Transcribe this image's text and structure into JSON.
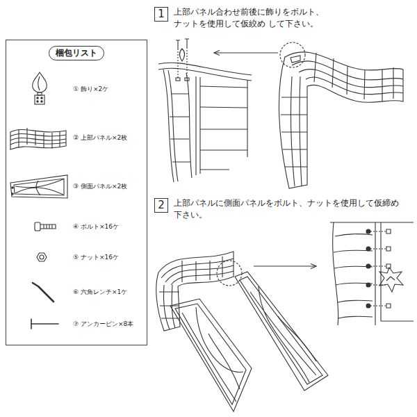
{
  "diagram": {
    "nodes": [
      {
        "text": [
          "① 飾り×2ケ",
          "② 上部パネル×2枚",
          "③ 側面パネル×2枚",
          "④ ボルト×16ケ",
          "⑤ ナット×16ケ",
          "⑥ 六角レンチ×1ケ",
          "⑦ アンカーピン×8本"
        ]
      },
      {
        "text": [
          "梱包リスト"
        ],
        "in": 0
      },
      {
        "text": [
          "1"
        ]
      },
      {
        "text": [
          "2"
        ]
      }
    ],
    "labels": [
      "上部パネル合わせ前後に飾りをボルト、ナットを使用して仮絞め して下さい。",
      "上部パネルに側面パネルをボルト、ナットを使用して仮締め 下さい。"
    ]
  }
}
